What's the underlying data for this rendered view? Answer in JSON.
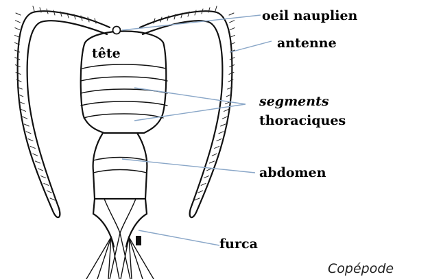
{
  "labels": {
    "tete": "tête",
    "oeil": "oeil nauplien",
    "antenne": "antenne",
    "segments_line1": "segments",
    "segments_line2": "thoraciques",
    "abdomen": "abdomen",
    "furca": "furca"
  },
  "caption": "Copépode",
  "colors": {
    "leader_lines": "#8aa7c8",
    "drawing": "#111111",
    "background": "#ffffff"
  }
}
